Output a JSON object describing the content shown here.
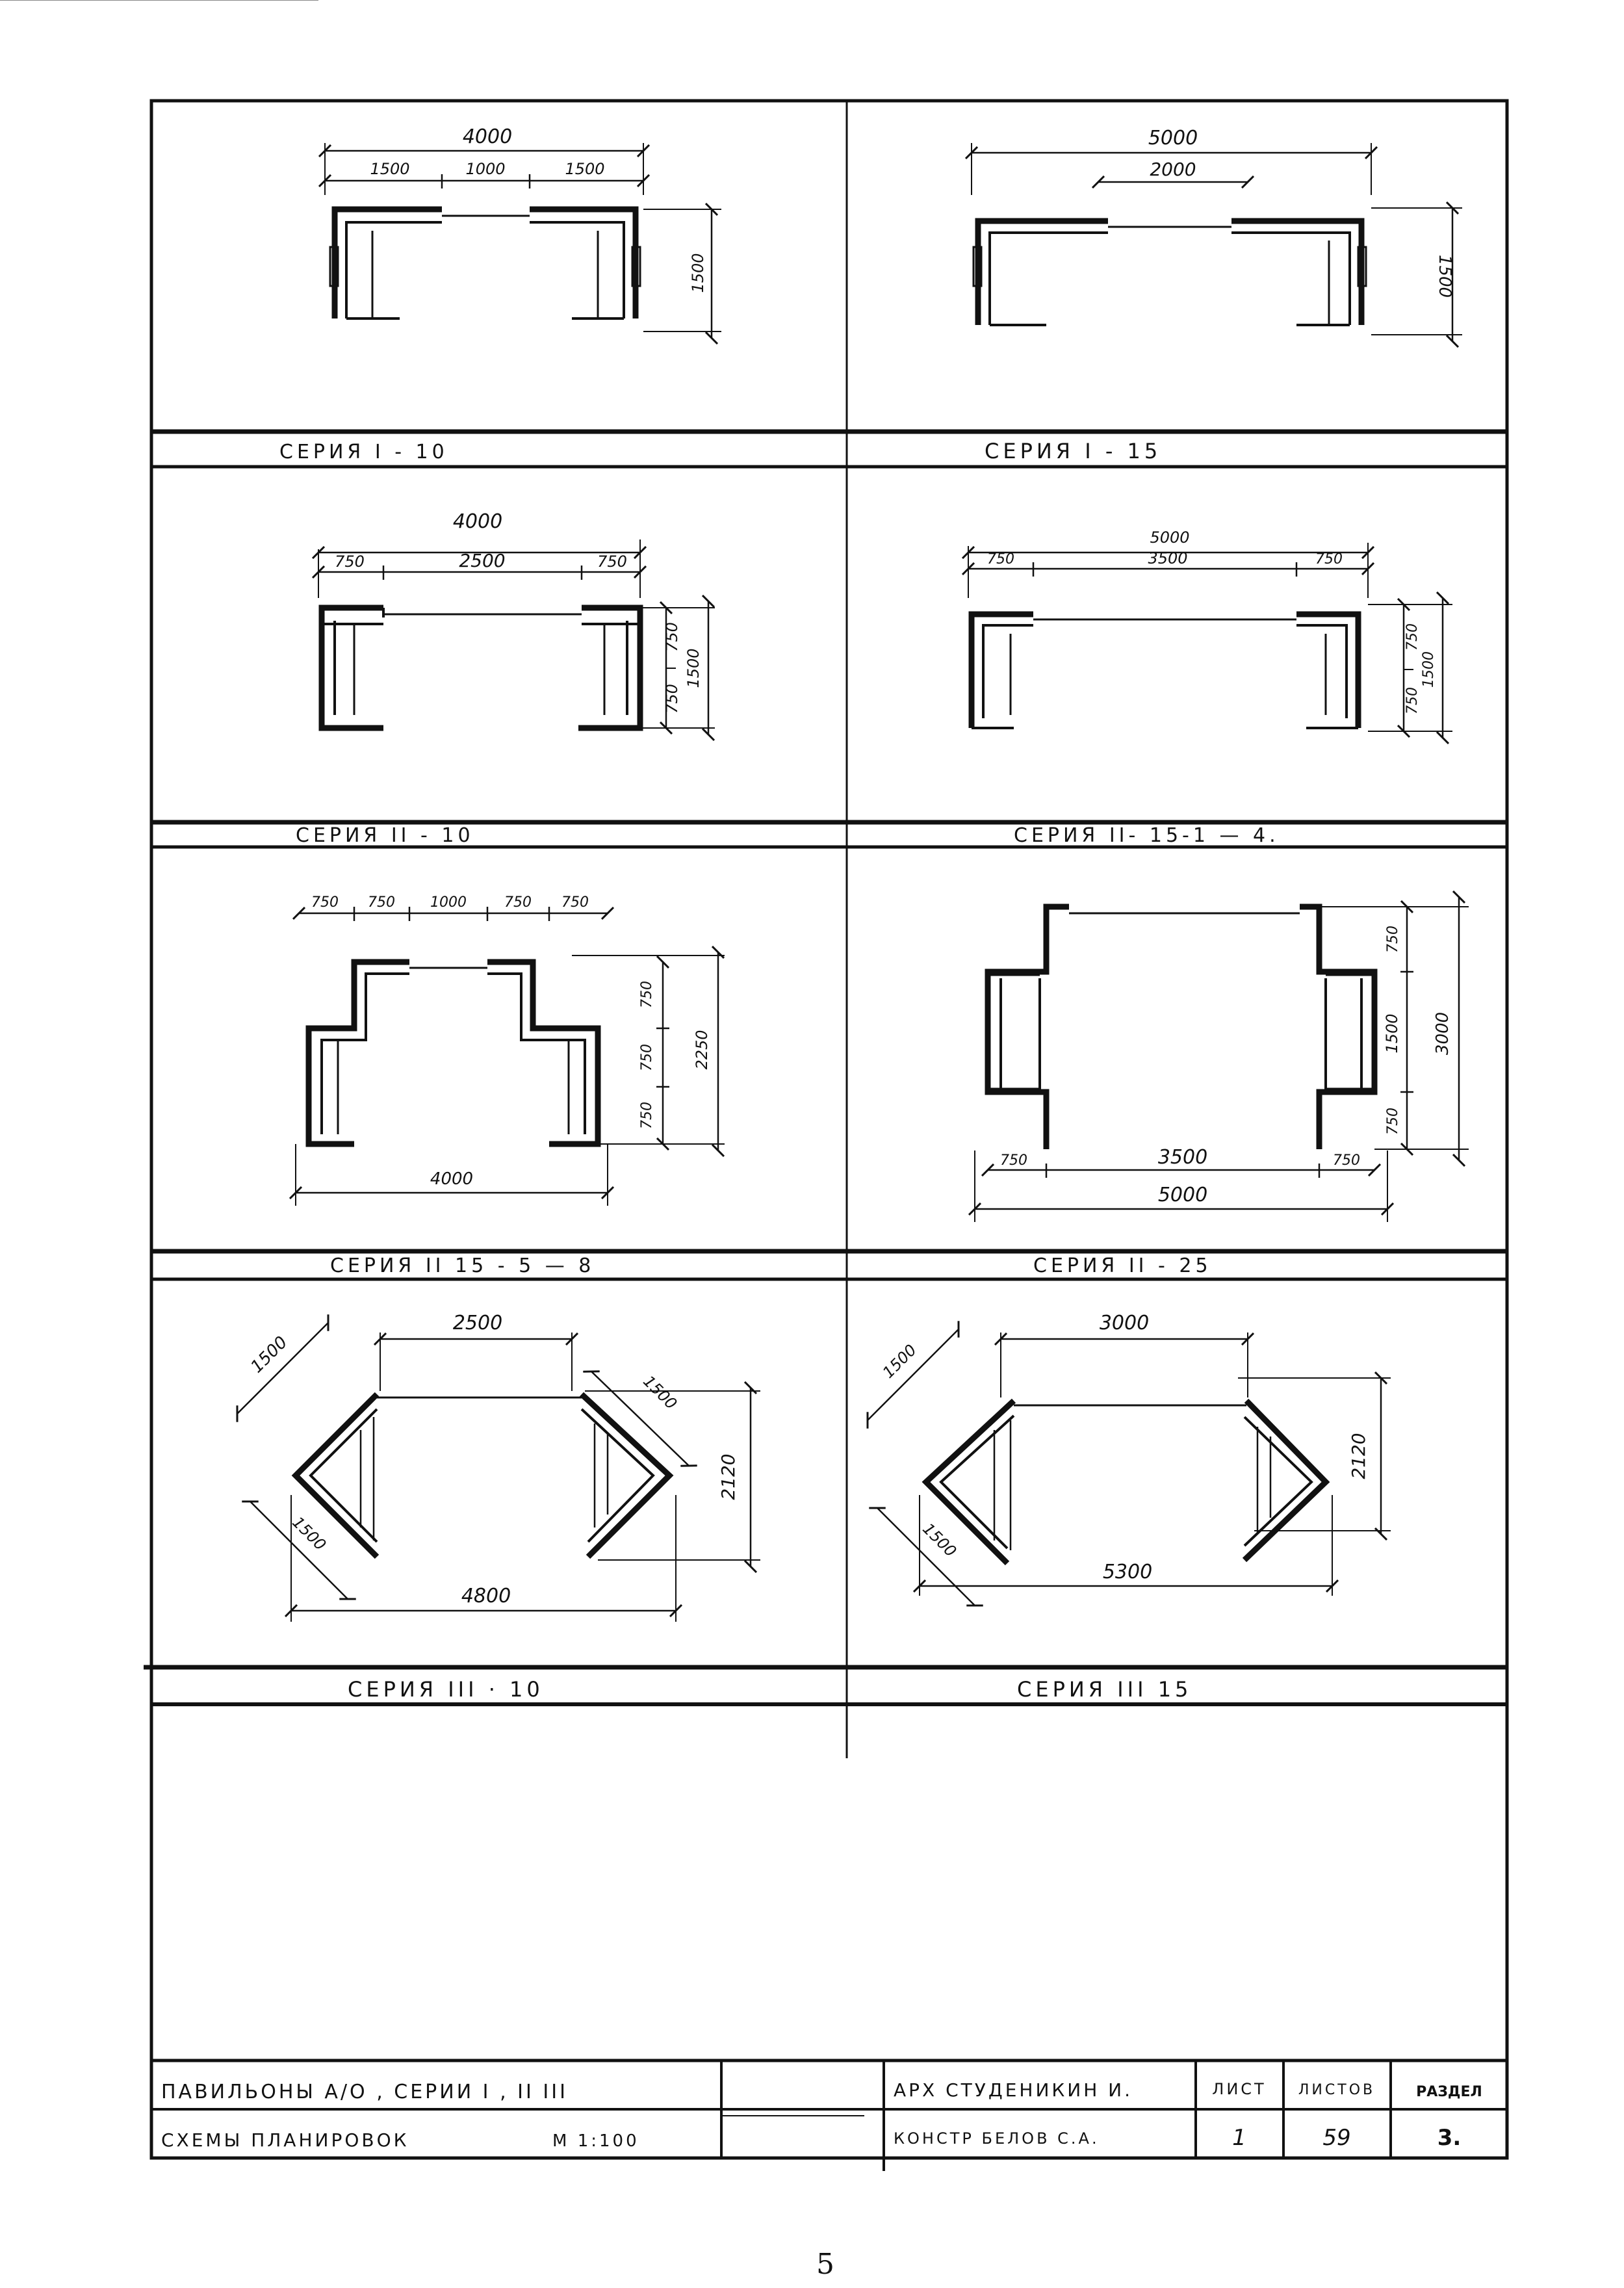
{
  "panels": [
    {
      "series_label": "СЕРИЯ  I - 10",
      "dims": {
        "overall": "4000",
        "left": "1500",
        "middle": "1000",
        "right": "1500",
        "depth": "1500"
      }
    },
    {
      "series_label": "СЕРИЯ  I - 15",
      "dims": {
        "overall": "5000",
        "middle": "2000",
        "depth": "1500"
      }
    },
    {
      "series_label": "СЕРИЯ  II - 10",
      "dims": {
        "overall": "4000",
        "left": "750",
        "middle": "2500",
        "right": "750",
        "depth_a": "750",
        "depth_b": "750",
        "depth": "1500"
      }
    },
    {
      "series_label": "СЕРИЯ  II- 15-1 — 4.",
      "dims": {
        "overall": "5000",
        "left": "750",
        "middle": "3500",
        "right": "750",
        "depth_a": "750",
        "depth_b": "750",
        "depth": "1500"
      }
    },
    {
      "series_label": "СЕРИЯ  II  15 - 5 — 8",
      "dims": {
        "s1": "750",
        "s2": "750",
        "s3": "1000",
        "s4": "750",
        "s5": "750",
        "r1": "750",
        "r2": "750",
        "r3": "750",
        "depth": "2250",
        "overall": "4000"
      }
    },
    {
      "series_label": "СЕРИЯ  II - 25",
      "dims": {
        "r1": "750",
        "r2": "1500",
        "r3": "750",
        "depth": "3000",
        "left": "750",
        "middle": "3500",
        "right": "750",
        "overall": "5000"
      }
    },
    {
      "series_label": "СЕРИЯ  III · 10",
      "dims": {
        "top": "2500",
        "arm_top_left": "1500",
        "arm_top_right": "1500",
        "arm_bottom": "1500",
        "depth": "2120",
        "overall": "4800"
      }
    },
    {
      "series_label": "СЕРИЯ  III  15",
      "dims": {
        "top": "3000",
        "arm_top_left": "1500",
        "arm_bottom": "1500",
        "depth": "2120",
        "overall": "5300"
      }
    }
  ],
  "title_block": {
    "row1_title": "ПАВИЛЬОНЫ А/О , СЕРИИ I , II  III",
    "row2_title": "СХЕМЫ  ПЛАНИРОВОК",
    "scale": "М 1:100",
    "arch": "АРХ  СТУДЕНИКИН  И.",
    "constr": "КОНСТР  БЕЛОВ  С.А.",
    "sheet_label": "ЛИСТ",
    "sheets_label": "ЛИСТОВ",
    "section_label": "РАЗДЕЛ",
    "sheet_value": "1",
    "sheets_value": "59",
    "section_value": "3."
  },
  "page_number": "5"
}
